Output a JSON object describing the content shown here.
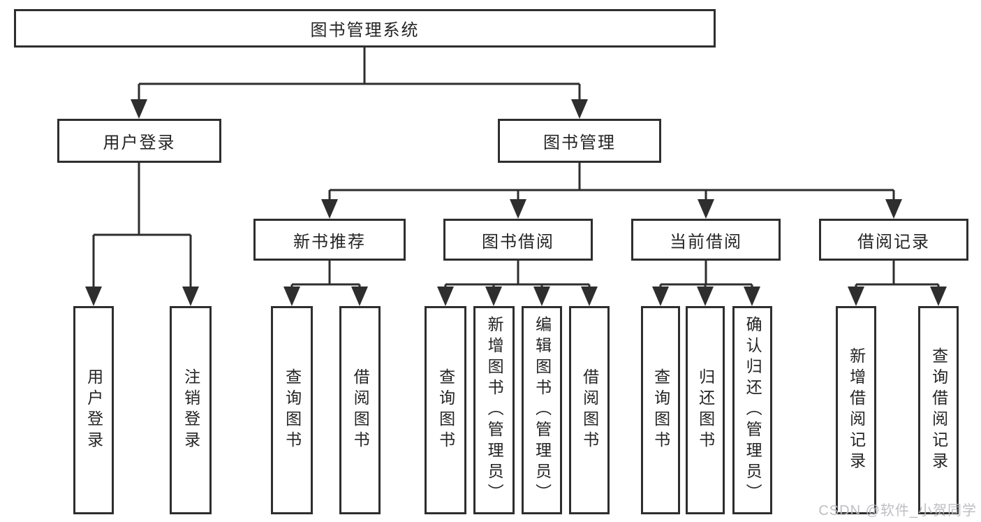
{
  "tree": {
    "label": "图书管理系统",
    "children": [
      {
        "label": "用户登录",
        "children": [
          {
            "label": "用户登录"
          },
          {
            "label": "注销登录"
          }
        ]
      },
      {
        "label": "图书管理",
        "children": [
          {
            "label": "新书推荐",
            "children": [
              {
                "label": "查询图书"
              },
              {
                "label": "借阅图书"
              }
            ]
          },
          {
            "label": "图书借阅",
            "children": [
              {
                "label": "查询图书"
              },
              {
                "label": "新增图书（管理员）"
              },
              {
                "label": "编辑图书（管理员）"
              },
              {
                "label": "借阅图书"
              }
            ]
          },
          {
            "label": "当前借阅",
            "children": [
              {
                "label": "查询图书"
              },
              {
                "label": "归还图书"
              },
              {
                "label": "确认归还（管理员）"
              }
            ]
          },
          {
            "label": "借阅记录",
            "children": [
              {
                "label": "新增借阅记录"
              },
              {
                "label": "查询借阅记录"
              }
            ]
          }
        ]
      }
    ]
  },
  "watermark": "CSDN @软件_小贺同学",
  "colors": {
    "line": "#2e2e2e",
    "text": "#242424",
    "watermark": "#bababc",
    "background": "#ffffff"
  }
}
